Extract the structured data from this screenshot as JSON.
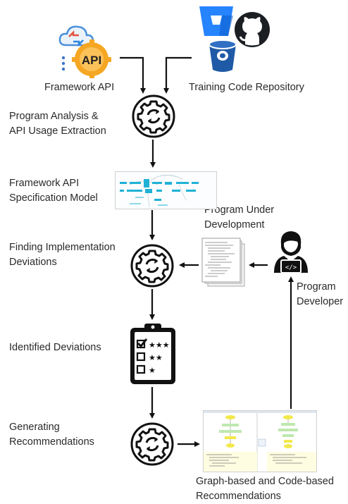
{
  "labels": {
    "framework_api": "Framework API",
    "training_repo": "Training Code Repository",
    "program_analysis": "Program Analysis &\nAPI Usage Extraction",
    "spec_model": "Framework API\nSpecification Model",
    "program_under_dev": "Program Under\nDevelopment",
    "finding_deviations": "Finding Implementation\nDeviations",
    "program_developer": "Program\nDeveloper",
    "identified_deviations": "Identified Deviations",
    "generating_recs": "Generating\nRecommendations",
    "graph_code_recs": "Graph-based and Code-based\nRecommendations",
    "api_badge": "API"
  },
  "colors": {
    "api_orange": "#f5a623",
    "bitbucket_blue": "#2684ff",
    "bitbucket_dark": "#0b5cc9",
    "bucket_blue": "#1f5aa6",
    "github_black": "#1b1f23",
    "model_cyan": "#1fb2d6",
    "rec_yellow": "#f2e84b",
    "rec_green": "#bfe8b0"
  },
  "icons": [
    "cloud-sync-icon",
    "api-badge-icon",
    "bitbucket-icon",
    "github-icon",
    "cloud-bucket-icon",
    "gear-process-icon",
    "code-document-icon",
    "developer-icon",
    "checklist-icon"
  ]
}
